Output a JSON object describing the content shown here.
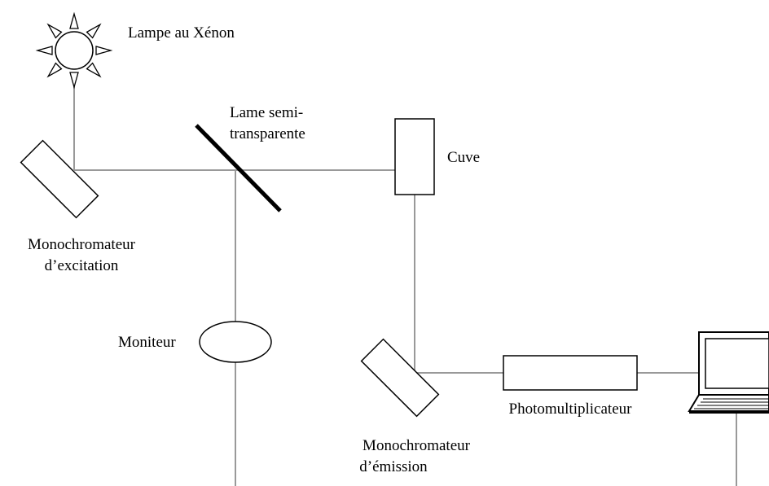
{
  "labels": {
    "lamp": "Lampe au Xénon",
    "beamsplitter_line1": "Lame semi-",
    "beamsplitter_line2": "transparente",
    "cuvette": "Cuve",
    "excitation_mono_line1": "Monochromateur",
    "excitation_mono_line2": "d’excitation",
    "monitor": "Moniteur",
    "emission_mono_line1": "Monochromateur",
    "emission_mono_line2": "d’émission",
    "photomultiplier": "Photomultiplicateur"
  },
  "colors": {
    "beam": "#999999",
    "outline": "#000000",
    "background": "#ffffff"
  },
  "icons": {
    "lamp": "sun-icon",
    "computer": "laptop-icon"
  }
}
